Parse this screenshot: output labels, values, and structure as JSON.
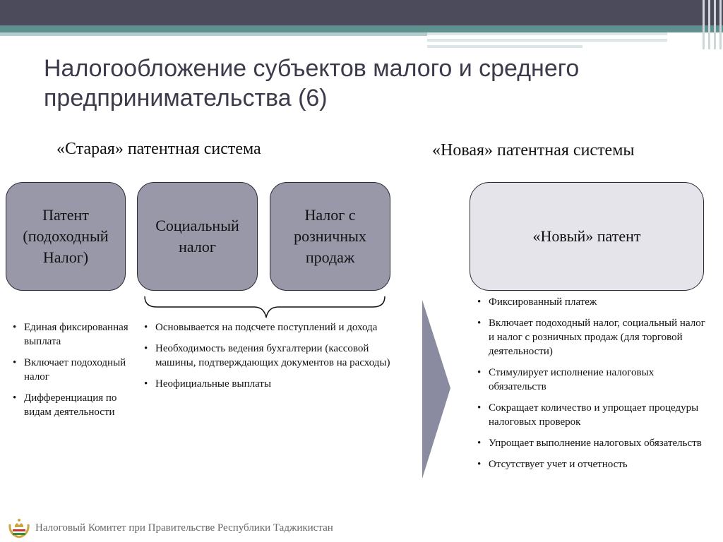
{
  "slide": {
    "title": "Налогообложение субъектов малого и среднего предпринимательства (6)"
  },
  "old_system": {
    "heading": "«Старая» патентная система",
    "boxes": [
      {
        "label": "Патент (подоходный Налог)"
      },
      {
        "label": "Социальный налог"
      },
      {
        "label": "Налог с розничных продаж"
      }
    ],
    "left_bullets": [
      "Единая фиксированная выплата",
      "Включает подоходный налог",
      "Дифференциация по видам деятельности"
    ],
    "middle_bullets": [
      "Основывается на подсчете поступлений и дохода",
      "Необходимость ведения бухгалтерии (кассовой машины, подтверждающих документов на расходы)",
      "Неофициальные выплаты"
    ]
  },
  "new_system": {
    "heading": "«Новая» патентная системы",
    "box": {
      "label": "«Новый» патент"
    },
    "bullets": [
      "Фиксированный платеж",
      "Включает подоходный налог, социальный налог и налог с розничных продаж (для торговой деятельности)",
      "Стимулирует исполнение налоговых обязательств",
      "Сокращает количество и упрощает процедуры налоговых проверок",
      "Упрощает выполнение налоговых обязательств",
      "Отсутствует учет и отчетность"
    ]
  },
  "footer": {
    "text": "Налоговый Комитет при Правительстве Республики Таджикистан"
  },
  "colors": {
    "topbar": "#4b4b5c",
    "teal": "#5f8f8f",
    "old_box_fill": "#9898a8",
    "new_box_fill": "#e4e4ea",
    "arrow": "#8a8aa0",
    "title_text": "#3b3b4b"
  },
  "icons": {
    "footer_emblem": "tajikistan-emblem-icon",
    "transition_arrow": "chevron-right-icon"
  }
}
